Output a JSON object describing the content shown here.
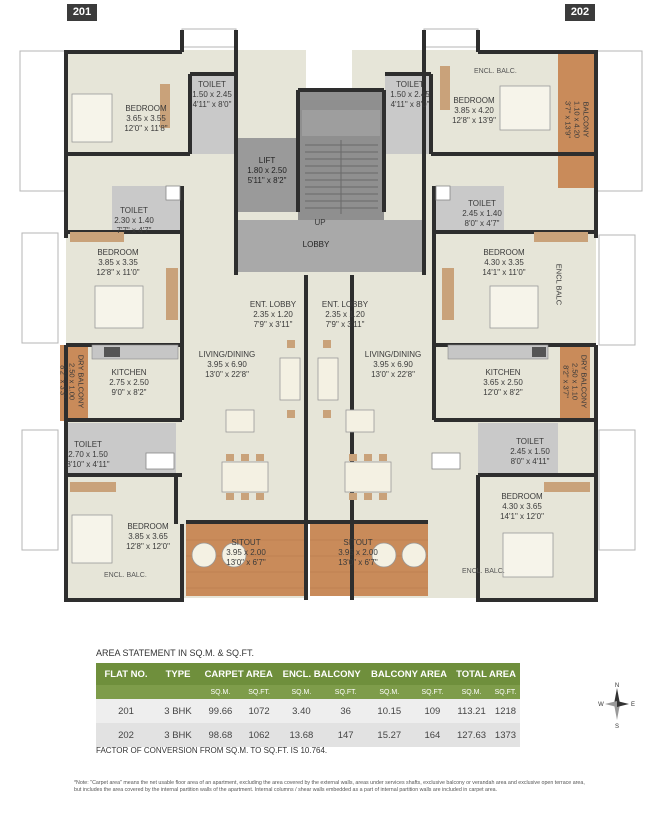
{
  "flats": {
    "left": "201",
    "right": "202"
  },
  "rooms": {
    "toilet_tl": {
      "name": "TOILET",
      "m": "1.50 x 2.45",
      "ft": "4'11\" x 8'0\""
    },
    "bedroom_tl": {
      "name": "BEDROOM",
      "m": "3.65 x 3.55",
      "ft": "12'0\" x 11'8\""
    },
    "lift": {
      "name": "LIFT",
      "m": "1.80 x 2.50",
      "ft": "5'11\" x 8'2\""
    },
    "toilet_ml": {
      "name": "TOILET",
      "m": "2.30 x 1.40",
      "ft": "7'7\" x 4'7\""
    },
    "bedroom_ml": {
      "name": "BEDROOM",
      "m": "3.85 x 3.35",
      "ft": "12'8\" x 11'0\""
    },
    "ent_lobby_l": {
      "name": "ENT. LOBBY",
      "m": "2.35 x 1.20",
      "ft": "7'9\" x 3'11\""
    },
    "ent_lobby_r": {
      "name": "ENT. LOBBY",
      "m": "2.35 x 1.20",
      "ft": "7'9\" x 3'11\""
    },
    "living_l": {
      "name": "LIVING/DINING",
      "m": "3.95 x 6.90",
      "ft": "13'0\" x 22'8\""
    },
    "living_r": {
      "name": "LIVING/DINING",
      "m": "3.95 x 6.90",
      "ft": "13'0\" x 22'8\""
    },
    "kitchen_l": {
      "name": "KITCHEN",
      "m": "2.75 x 2.50",
      "ft": "9'0\" x 8'2\""
    },
    "dry_balcony_l": {
      "name": "DRY BALCONY",
      "m": "2.50 x 1.00",
      "ft": "8'2\" x 3'3\""
    },
    "toilet_bl": {
      "name": "TOILET",
      "m": "2.70 x 1.50",
      "ft": "8'10\" x 4'11\""
    },
    "bedroom_bl": {
      "name": "BEDROOM",
      "m": "3.85 x 3.65",
      "ft": "12'8\" x 12'0\""
    },
    "sitout_l": {
      "name": "SITOUT",
      "m": "3.95 x 2.00",
      "ft": "13'0\" x 6'7\""
    },
    "sitout_r": {
      "name": "SITOUT",
      "m": "3.95 x 2.00",
      "ft": "13'0\" x 6'7\""
    },
    "toilet_tr": {
      "name": "TOILET",
      "m": "1.50 x 2.45",
      "ft": "4'11\" x 8'0\""
    },
    "bedroom_tr": {
      "name": "BEDROOM",
      "m": "3.85 x 4.20",
      "ft": "12'8\" x 13'9\""
    },
    "balcony_tr": {
      "name": "BALCONY",
      "m": "1.10 x 4.20",
      "ft": "3'7\" x 13'9\""
    },
    "toilet_mr": {
      "name": "TOILET",
      "m": "2.45 x 1.40",
      "ft": "8'0\" x 4'7\""
    },
    "bedroom_mr": {
      "name": "BEDROOM",
      "m": "4.30 x 3.35",
      "ft": "14'1\" x 11'0\""
    },
    "kitchen_r": {
      "name": "KITCHEN",
      "m": "3.65 x 2.50",
      "ft": "12'0\" x 8'2\""
    },
    "dry_balcony_r": {
      "name": "DRY BALCONY",
      "m": "2.50 x 1.10",
      "ft": "8'2\" x 3'7\""
    },
    "toilet_br": {
      "name": "TOILET",
      "m": "2.45 x 1.50",
      "ft": "8'0\" x 4'11\""
    },
    "bedroom_br": {
      "name": "BEDROOM",
      "m": "4.30 x 3.65",
      "ft": "14'1\" x 12'0\""
    }
  },
  "labels": {
    "encl_balc": "ENCL. BALC.",
    "encl_balc_v": "ENCL BALC",
    "up": "UP",
    "lobby": "LOBBY"
  },
  "area_statement": {
    "title": "AREA STATEMENT IN SQ.M. & SQ.FT.",
    "headers": [
      "FLAT NO.",
      "TYPE",
      "CARPET AREA",
      "ENCL. BALCONY",
      "BALCONY AREA",
      "TOTAL AREA"
    ],
    "units": {
      "sqm": "SQ.M.",
      "sqft": "SQ.FT."
    },
    "rows": [
      [
        "201",
        "3 BHK",
        "99.66",
        "1072",
        "3.40",
        "36",
        "10.15",
        "109",
        "113.21",
        "1218"
      ],
      [
        "202",
        "3 BHK",
        "98.68",
        "1062",
        "13.68",
        "147",
        "15.27",
        "164",
        "127.63",
        "1373"
      ]
    ],
    "conversion": "FACTOR OF CONVERSION FROM SQ.M. TO SQ.FT. IS 10.764."
  },
  "note": "*Note: \"Carpet area\" means the net usable floor area of an apartment, excluding the area covered by the external walls, areas under services shafts, exclusive balcony or verandah area and exclusive open terrace area, but includes the area covered by the internal partition walls of the apartment. Internal columns / shear walls embedded as a part of internal partition walls are included in carpet area.",
  "compass": {
    "n": "N",
    "s": "S",
    "e": "E",
    "w": "W"
  },
  "colors": {
    "floor": "#e6e5d8",
    "wall": "#2e2e2e",
    "deck": "#c98b5a",
    "core": "#9c9c9c",
    "table_header": "#6f8f3c"
  }
}
